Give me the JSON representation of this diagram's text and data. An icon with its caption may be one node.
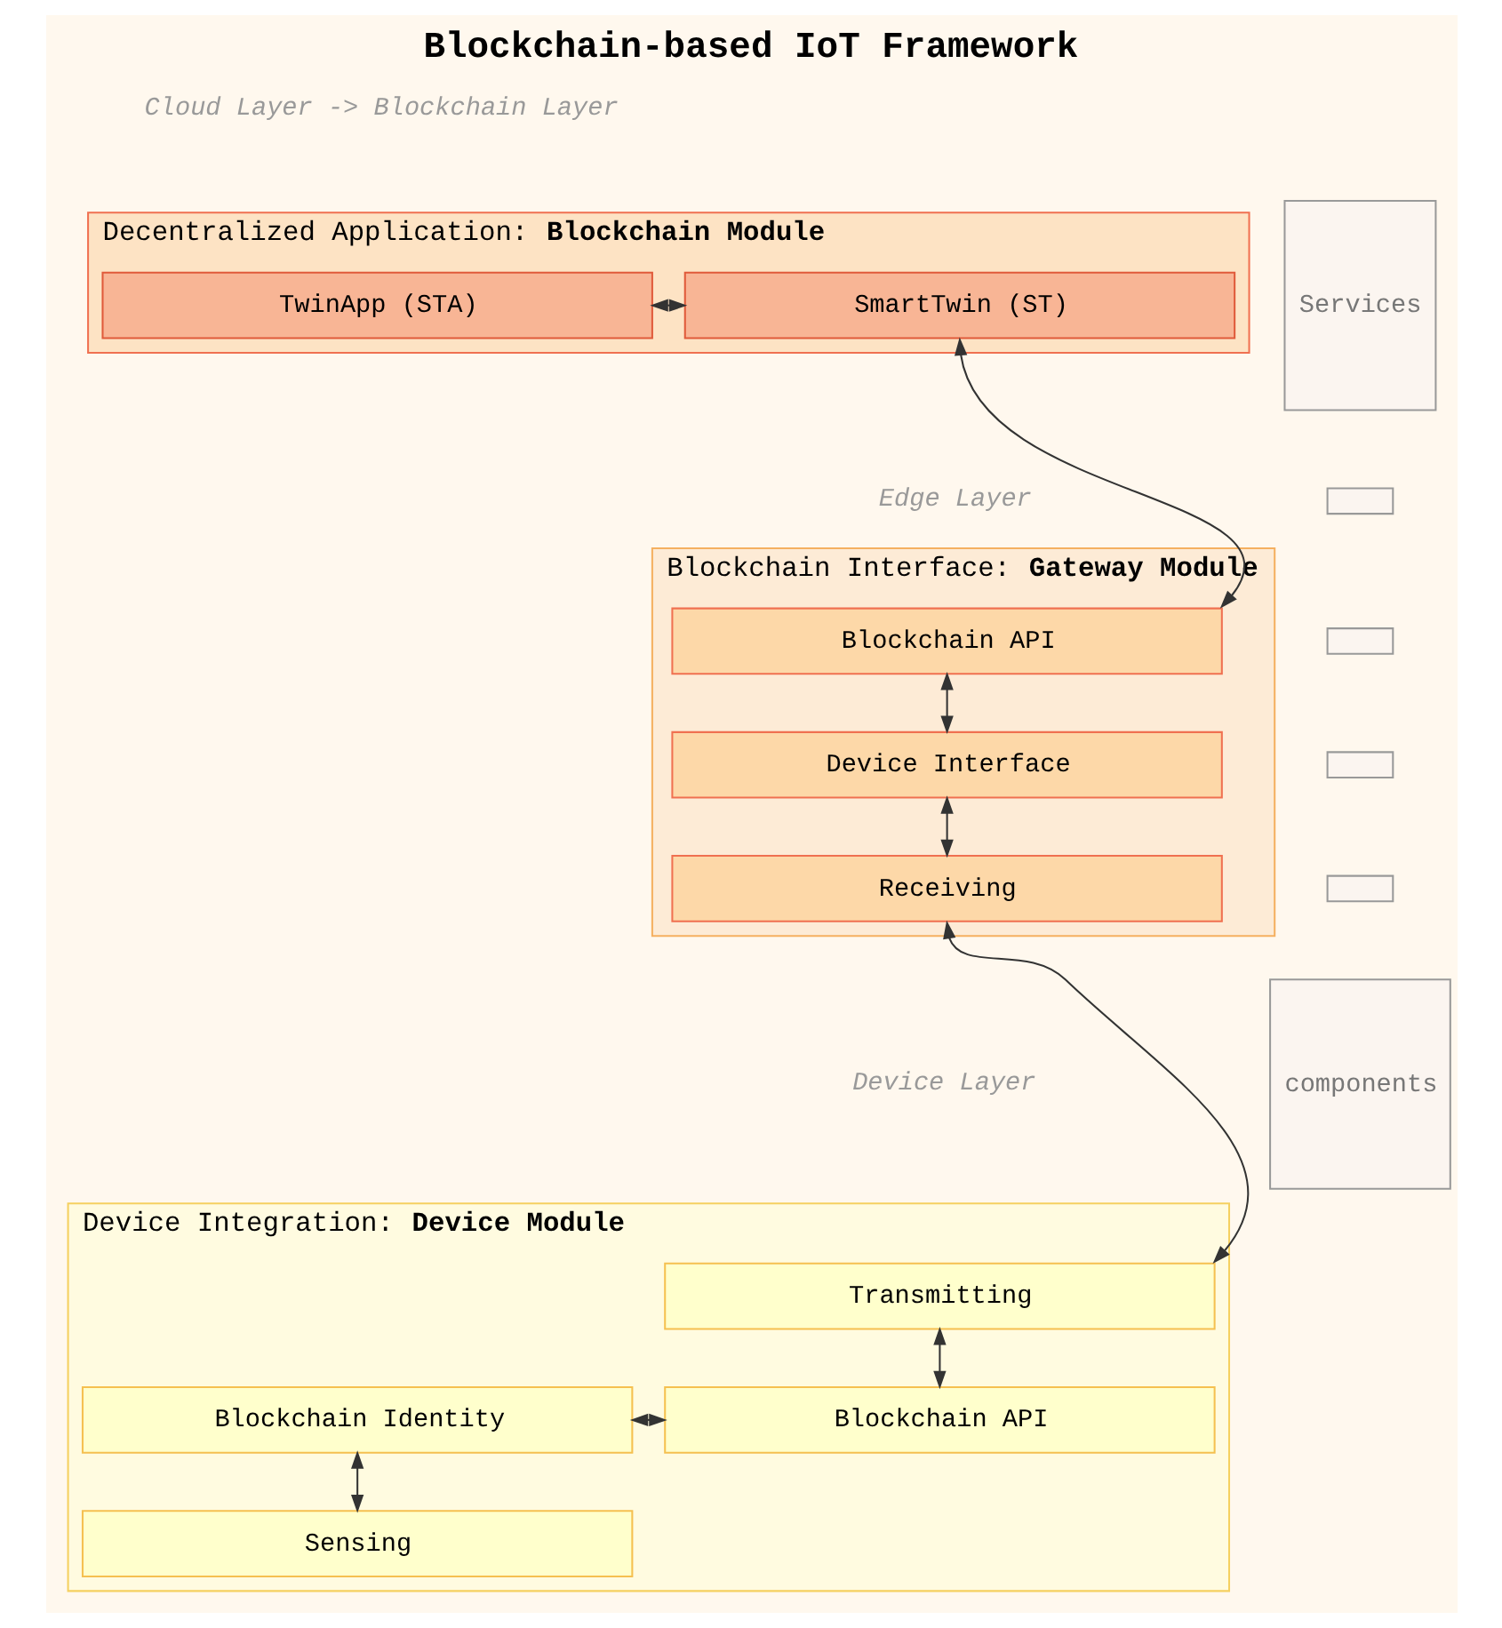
{
  "diagram": {
    "title": "Blockchain-based IoT Framework",
    "nodes": [
      {
        "text": [
          "Decentralized Application: **Blockchain Module**"
        ]
      },
      {
        "text": [
          "TwinApp (STA)"
        ],
        "in": 0
      },
      {
        "text": [
          "SmartTwin (ST)"
        ],
        "in": 0
      },
      {
        "text": [
          "Blockchain Interface: **Gateway Module**"
        ]
      },
      {
        "text": [
          "Blockchain API"
        ],
        "in": 3
      },
      {
        "text": [
          "Device Interface"
        ],
        "in": 3
      },
      {
        "text": [
          "Receiving"
        ],
        "in": 3
      },
      {
        "text": [
          "Device Integration: **Device Module**"
        ]
      },
      {
        "text": [
          "Transmitting"
        ],
        "in": 7
      },
      {
        "text": [
          "Blockchain Identity"
        ],
        "in": 7
      },
      {
        "text": [
          "Blockchain API"
        ],
        "in": 7
      },
      {
        "text": [
          "Sensing"
        ],
        "in": 7
      },
      {
        "text": [
          "Services"
        ]
      },
      {
        "text": [],
        "shape": "box"
      },
      {
        "text": [],
        "shape": "box"
      },
      {
        "text": [],
        "shape": "box"
      },
      {
        "text": [],
        "shape": "box"
      },
      {
        "text": [
          "components"
        ]
      }
    ],
    "edges": [
      {
        "from": 1,
        "to": 2,
        "arrow": "both"
      },
      {
        "from": 2,
        "to": 4,
        "arrow": "both"
      },
      {
        "from": 4,
        "to": 5,
        "arrow": "both"
      },
      {
        "from": 5,
        "to": 6,
        "arrow": "both"
      },
      {
        "from": 6,
        "to": 8,
        "arrow": "both"
      },
      {
        "from": 8,
        "to": 10,
        "arrow": "both"
      },
      {
        "from": 9,
        "to": 10,
        "arrow": "both"
      },
      {
        "from": 9,
        "to": 11,
        "arrow": "both"
      }
    ],
    "labels": [
      "Cloud Layer -> Blockchain Layer",
      "Edge Layer",
      "Device Layer"
    ]
  }
}
